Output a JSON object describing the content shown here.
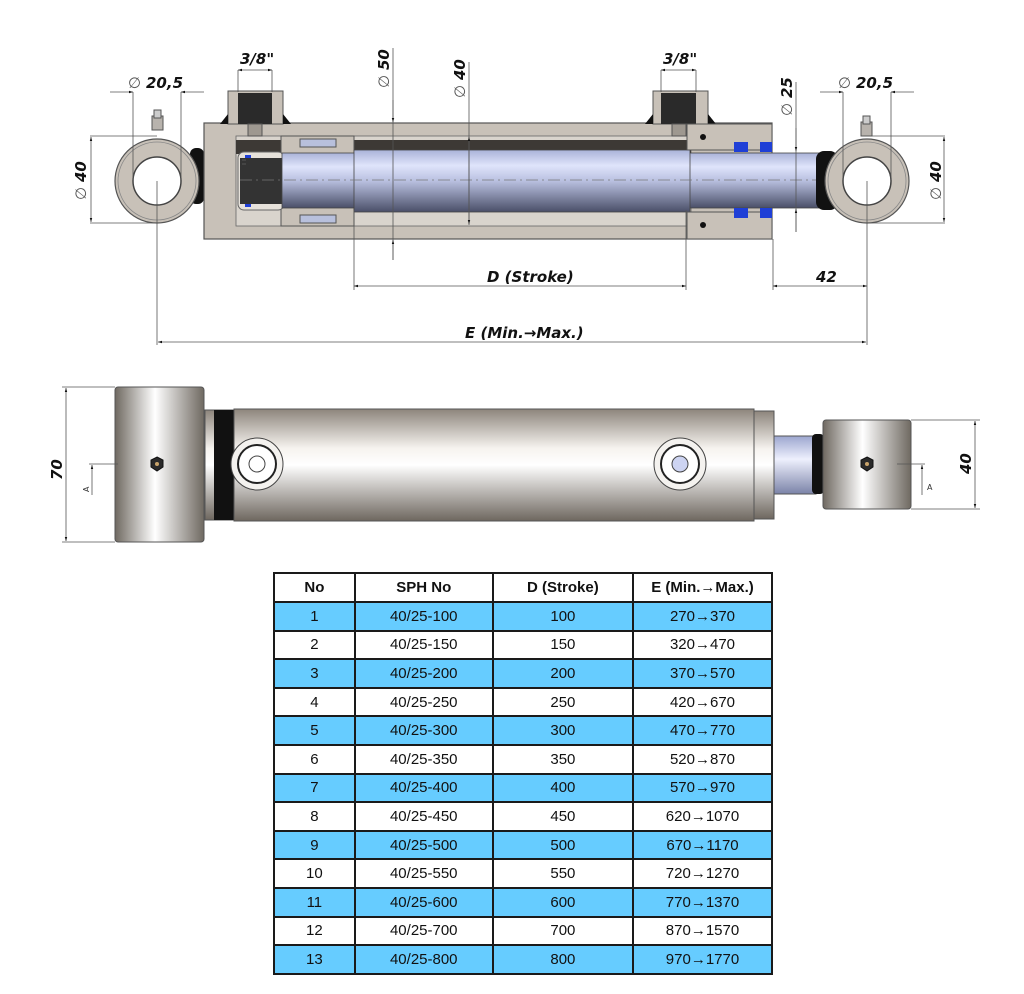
{
  "drawing": {
    "section_view": {
      "port_left_label": "3/8\"",
      "port_right_label": "3/8\"",
      "eye_left_bore_label": "20,5",
      "eye_right_bore_label": "20,5",
      "eye_left_dia_label": "40",
      "eye_right_dia_label": "40",
      "barrel_od_label": "50",
      "bore_label": "40",
      "rod_label": "25",
      "diameter_symbol": "∅",
      "stroke_label": "D (Stroke)",
      "rod_end_label": "42",
      "overall_label": "E (Min.→Max.)"
    },
    "side_view": {
      "left_eye_width_label": "70",
      "right_eye_width_label": "40",
      "section_marker_left": "A",
      "section_marker_right": "A"
    },
    "colors": {
      "steel": "#c8c1b8",
      "steel_dark": "#8e877e",
      "rod": "#c9d0ec",
      "seal_blue": "#1f3fd6",
      "black": "#111111",
      "table_highlight": "#66ccff"
    }
  },
  "table": {
    "headers": [
      "No",
      "SPH No",
      "D (Stroke)",
      "E (Min.→Max.)"
    ],
    "rows": [
      {
        "no": "1",
        "sph": "40/25-100",
        "d": "100",
        "e": "270→370"
      },
      {
        "no": "2",
        "sph": "40/25-150",
        "d": "150",
        "e": "320→470"
      },
      {
        "no": "3",
        "sph": "40/25-200",
        "d": "200",
        "e": "370→570"
      },
      {
        "no": "4",
        "sph": "40/25-250",
        "d": "250",
        "e": "420→670"
      },
      {
        "no": "5",
        "sph": "40/25-300",
        "d": "300",
        "e": "470→770"
      },
      {
        "no": "6",
        "sph": "40/25-350",
        "d": "350",
        "e": "520→870"
      },
      {
        "no": "7",
        "sph": "40/25-400",
        "d": "400",
        "e": "570→970"
      },
      {
        "no": "8",
        "sph": "40/25-450",
        "d": "450",
        "e": "620→1070"
      },
      {
        "no": "9",
        "sph": "40/25-500",
        "d": "500",
        "e": "670→1170"
      },
      {
        "no": "10",
        "sph": "40/25-550",
        "d": "550",
        "e": "720→1270"
      },
      {
        "no": "11",
        "sph": "40/25-600",
        "d": "600",
        "e": "770→1370"
      },
      {
        "no": "12",
        "sph": "40/25-700",
        "d": "700",
        "e": "870→1570"
      },
      {
        "no": "13",
        "sph": "40/25-800",
        "d": "800",
        "e": "970→1770"
      }
    ]
  }
}
